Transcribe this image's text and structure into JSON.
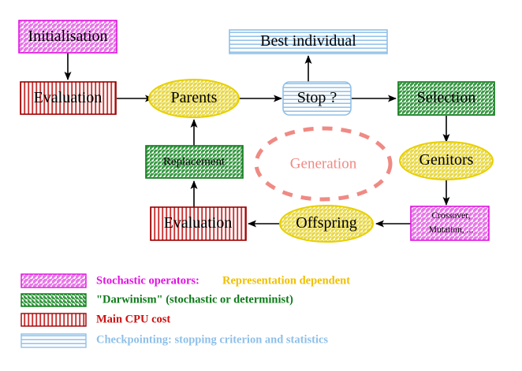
{
  "title": "Evolutionary Algorithm Flowchart",
  "colors": {
    "magenta": "#e014e0",
    "magenta_fill": "#f0a8f0",
    "green": "#0d7a18",
    "green_fill": "#b8e0bc",
    "red": "#990000",
    "red_fill": "#ffb0b0",
    "blue": "#8fc0e8",
    "blue_fill": "#cfe6f7",
    "yellow": "#e8d000",
    "yellow_fill": "#fbf3b0",
    "salmon": "#ef8a84",
    "gold": "#f0c000",
    "black": "#000000",
    "background": "#ffffff"
  },
  "nodes": {
    "initialisation": {
      "label": "Initialisation",
      "shape": "rect",
      "pattern": "diagonal-up",
      "color": "magenta"
    },
    "evaluation_top": {
      "label": "Evaluation",
      "shape": "rect",
      "pattern": "vertical",
      "color": "red"
    },
    "parents": {
      "label": "Parents",
      "shape": "ellipse",
      "pattern": "diagonal-up",
      "color": "yellow"
    },
    "best_individual": {
      "label": "Best individual",
      "shape": "rect",
      "pattern": "horizontal",
      "color": "blue"
    },
    "stop": {
      "label": "Stop ?",
      "shape": "rounded-rect",
      "pattern": "horizontal",
      "color": "blue"
    },
    "selection": {
      "label": "Selection",
      "shape": "rect",
      "pattern": "diagonal-up",
      "color": "green"
    },
    "genitors": {
      "label": "Genitors",
      "shape": "ellipse",
      "pattern": "diagonal-up",
      "color": "yellow"
    },
    "crossover": {
      "label_line1": "Crossover,",
      "label_line2": "Mutation, ...",
      "shape": "rect",
      "pattern": "diagonal-up",
      "color": "magenta"
    },
    "offspring": {
      "label": "Offspring",
      "shape": "ellipse",
      "pattern": "diagonal-up",
      "color": "yellow"
    },
    "evaluation_bottom": {
      "label": "Evaluation",
      "shape": "rect",
      "pattern": "vertical",
      "color": "red"
    },
    "replacement": {
      "label": "Replacement",
      "shape": "rect",
      "pattern": "diagonal-up",
      "color": "green"
    },
    "generation": {
      "label": "Generation",
      "shape": "dashed-ellipse",
      "color": "salmon"
    }
  },
  "legend": {
    "items": [
      {
        "swatch_pattern": "diagonal-up",
        "swatch_color": "magenta",
        "text": "Stochastic operators:",
        "text2": "Representation dependent"
      },
      {
        "swatch_pattern": "diagonal-down",
        "swatch_color": "green",
        "text": "\"Darwinism\" (stochastic or determinist)",
        "text2": ""
      },
      {
        "swatch_pattern": "vertical",
        "swatch_color": "red",
        "text": "Main CPU cost",
        "text2": ""
      },
      {
        "swatch_pattern": "horizontal",
        "swatch_color": "blue",
        "text": "Checkpointing: stopping criterion and statistics",
        "text2": ""
      }
    ]
  }
}
